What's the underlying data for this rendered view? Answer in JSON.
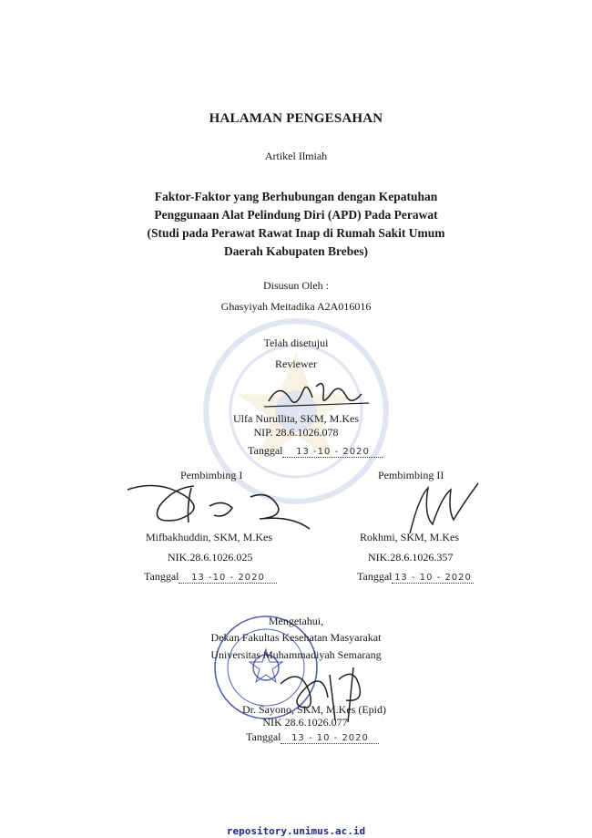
{
  "page": {
    "heading": "HALAMAN PENGESAHAN",
    "subheading": "Artikel Ilmiah",
    "article_title": [
      "Faktor-Faktor yang Berhubungan dengan Kepatuhan",
      "Penggunaan Alat Pelindung Diri (APD) Pada Perawat",
      "(Studi pada Perawat Rawat Inap di Rumah Sakit Umum",
      "Daerah Kabupaten Brebes)"
    ],
    "compiled_by_label": "Disusun Oleh :",
    "author": "Ghasyiyah Meitadika A2A016016",
    "approved_label": "Telah disetujui",
    "reviewer_role": "Reviewer",
    "reviewer_name": "Ulfa Nurullita, SKM, M.Kes",
    "reviewer_id": "NIP. 28.6.1026.078",
    "reviewer_date_label": "Tanggal",
    "reviewer_date": "13 -10 - 2020",
    "advisor1_role": "Pembimbing I",
    "advisor1_name": "Mifbakhuddin, SKM, M.Kes",
    "advisor1_id": "NIK.28.6.1026.025",
    "advisor1_date_label": "Tanggal",
    "advisor1_date": "13 -10 - 2020",
    "advisor2_role": "Pembimbing II",
    "advisor2_name": "Rokhmi, SKM, M.Kes",
    "advisor2_id": "NIK.28.6.1026.357",
    "advisor2_date_label": "Tanggal",
    "advisor2_date": "13 - 10 - 2020",
    "known_label": "Mengetahui,",
    "dean_title": "Dekan Fakultas Kesehatan Masyarakat",
    "university": "Universitas Muhammadiyah Semarang",
    "dean_name": "Dr. Sayono, SKM, M.Kes (Epid)",
    "dean_id": "NIK 28.6.1026.077",
    "dean_date_label": "Tanggal",
    "dean_date": "13 - 10 - 2020",
    "footer_url": "repository.unimus.ac.id"
  }
}
